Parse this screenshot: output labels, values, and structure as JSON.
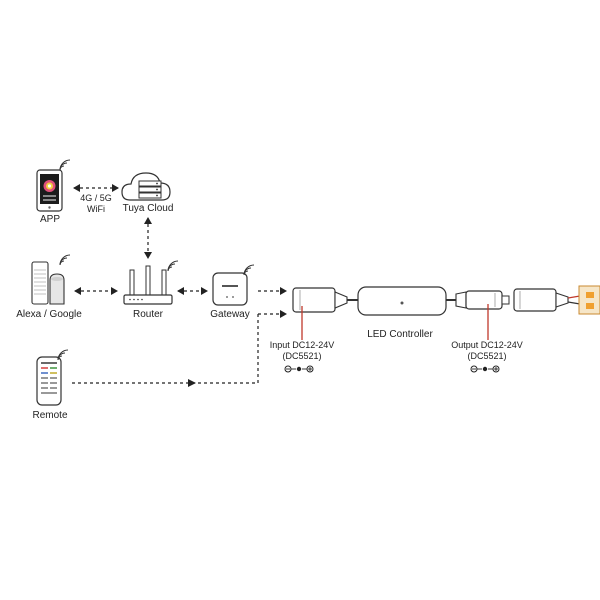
{
  "nodes": {
    "app": {
      "label": "APP"
    },
    "cloud": {
      "label": "Tuya Cloud"
    },
    "alexa": {
      "label": "Alexa / Google"
    },
    "router": {
      "label": "Router"
    },
    "gateway": {
      "label": "Gateway"
    },
    "remote": {
      "label": "Remote"
    },
    "controller": {
      "label": "LED Controller"
    }
  },
  "links": {
    "app_cloud_line1": "4G / 5G",
    "app_cloud_line2": "WiFi"
  },
  "ports": {
    "input": {
      "line1": "Input DC12-24V",
      "line2": "(DC5521)"
    },
    "output": {
      "line1": "Output DC12-24V",
      "line2": "(DC5521)"
    }
  },
  "colors": {
    "line": "#222222",
    "accent_red": "#c0392b",
    "device_gray": "#e6e6e6",
    "strip_orange": "#f0a030"
  }
}
